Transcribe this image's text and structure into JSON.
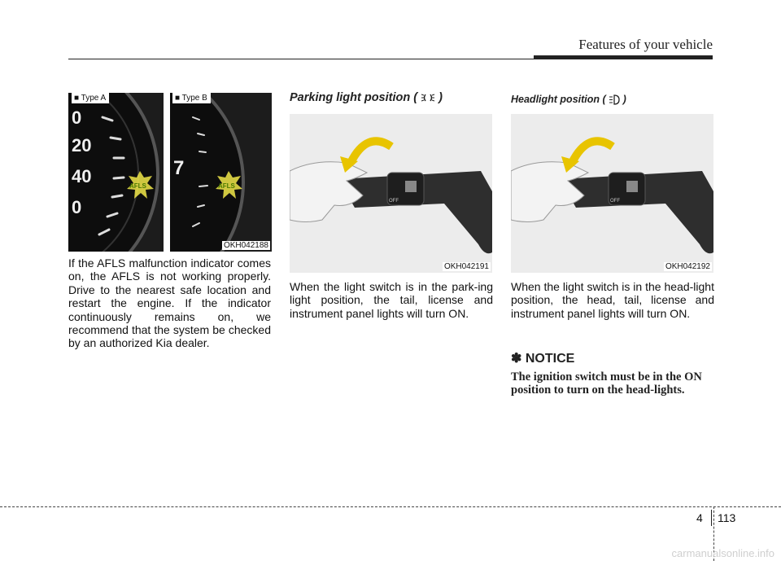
{
  "header": {
    "section_title": "Features of your vehicle"
  },
  "col1": {
    "figure": {
      "type_a_label": "■ Type A",
      "type_b_label": "■ Type B",
      "badge_text": "AFLS",
      "gauge_a_numbers": [
        "0",
        "20",
        "40",
        "0"
      ],
      "gauge_b_number": "7",
      "code": "OKH042188"
    },
    "paragraph": "If the AFLS malfunction indicator comes on, the AFLS is not working properly. Drive to the nearest safe location and restart the engine. If the indicator continuously remains on, we recommend that the system be checked by an authorized Kia dealer."
  },
  "col2": {
    "heading_prefix": "Parking light position (",
    "heading_suffix": ")",
    "heading_icon": "parking-light-icon",
    "figure_code": "OKH042191",
    "switch_off_label": "OFF",
    "paragraph": "When the light switch is in the park-ing light position, the tail, license and instrument panel lights will turn ON."
  },
  "col3": {
    "heading_prefix": "Headlight position (",
    "heading_suffix": ")",
    "heading_icon": "headlight-icon",
    "figure_code": "OKH042192",
    "switch_off_label": "OFF",
    "paragraph": "When the light switch is in the head-light position, the head, tail, license and instrument panel lights will turn ON.",
    "notice_title": "✽ NOTICE",
    "notice_text": "The ignition switch must be in the ON position to turn on the head-lights."
  },
  "footer": {
    "chapter": "4",
    "page": "113",
    "watermark": "carmanualsonline.info"
  },
  "colors": {
    "text": "#111111",
    "arrow_yellow": "#e8c400",
    "afls_badge": "#f2e94a",
    "stalk": "#2e2e2e"
  }
}
